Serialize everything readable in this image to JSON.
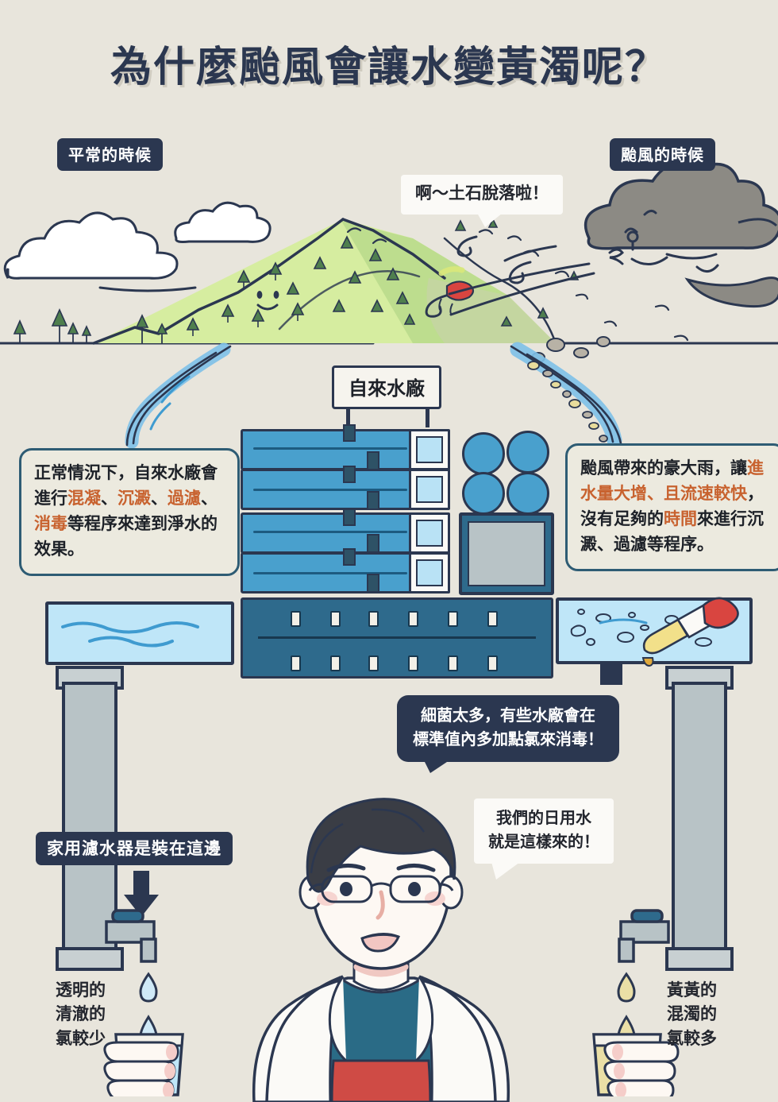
{
  "page": {
    "title": "為什麼颱風會讓水變黃濁呢？",
    "bg_color": "#e8e5dc",
    "ink_color": "#2b3750",
    "accent_orange": "#c8622f",
    "water_blue": "#49a0cd",
    "deep_blue": "#2e6a8c",
    "dirty_yellow": "#e6d89a"
  },
  "tags": {
    "normal": "平常的時候",
    "typhoon": "颱風的時候",
    "home_filter": "家用濾水器是裝在這邊"
  },
  "bubbles": {
    "landslide": "啊～土石脫落啦！",
    "chlorine_line1": "細菌太多，有些水廠會在",
    "chlorine_line2": "標準值內多加點氯來消毒！",
    "daily_line1": "我們的日用水",
    "daily_line2": "就是這樣來的！"
  },
  "sign": {
    "water_plant": "自來水廠"
  },
  "infobox_left": {
    "segments": [
      {
        "text": "正常情況下，自來水廠會進行",
        "highlight": false
      },
      {
        "text": "混凝",
        "highlight": true
      },
      {
        "text": "、",
        "highlight": false
      },
      {
        "text": "沉澱",
        "highlight": true
      },
      {
        "text": "、",
        "highlight": false
      },
      {
        "text": "過濾",
        "highlight": true
      },
      {
        "text": "、",
        "highlight": false
      },
      {
        "text": "消毒",
        "highlight": true
      },
      {
        "text": "等程序來達到淨水的效果。",
        "highlight": false
      }
    ],
    "plain": "正常情況下，自來水廠會進行混凝、沉澱、過濾、消毒等程序來達到淨水的效果。"
  },
  "infobox_right": {
    "segments": [
      {
        "text": "颱風帶來的豪大雨，讓",
        "highlight": false
      },
      {
        "text": "進水量大增、且流速較快",
        "highlight": true
      },
      {
        "text": "，沒有足夠的",
        "highlight": false
      },
      {
        "text": "時間",
        "highlight": true
      },
      {
        "text": "來進行沉澱、過濾等程序。",
        "highlight": false
      }
    ],
    "plain": "颱風帶來的豪大雨，讓進水量大增、且流速較快，沒有足夠的時間來進行沉澱、過濾等程序。"
  },
  "captions": {
    "left": [
      "透明的",
      "清澈的",
      "氯較少"
    ],
    "right": [
      "黃黃的",
      "混濁的",
      "氯較多"
    ]
  },
  "scene": {
    "mountain_face": "smiley-face",
    "typhoon_cloud_face": "grumpy-face",
    "landslide_wound": "red-scar",
    "left_tank_label": "clear-water",
    "right_tank_label": "turbid-water-with-dropper",
    "dropper_colors": {
      "bulb": "#d94540",
      "body": "#f2e08a"
    },
    "glass_left_water": "#bfe6f8",
    "glass_right_water": "#eadfa6"
  },
  "character": {
    "name": "scientist",
    "coat_color": "#fbfaf7",
    "shirt_color": "#2a6b86",
    "shirt_lower_color": "#cf4b45",
    "hair_color": "#3a3d45",
    "skin_color": "#fdf8f3"
  }
}
